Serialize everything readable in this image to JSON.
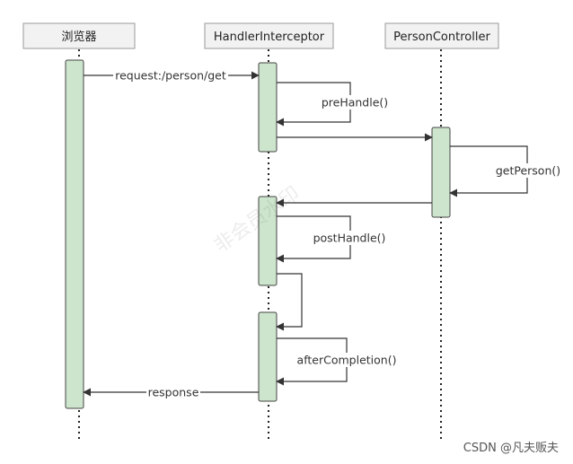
{
  "participants": [
    {
      "name": "浏览器"
    },
    {
      "name": "HandlerInterceptor"
    },
    {
      "name": "PersonController"
    }
  ],
  "messages": {
    "request": "request:/person/get",
    "prehandle": "preHandle()",
    "getperson": "getPerson()",
    "posthandle": "postHandle()",
    "aftercompletion": "afterCompletion()",
    "response": "response"
  },
  "watermark": "非会员水印",
  "credit": "CSDN @凡夫贩夫",
  "colors": {
    "activation_fill": "#cde5cd",
    "header_fill": "#f2f2f2",
    "line": "#333333"
  }
}
